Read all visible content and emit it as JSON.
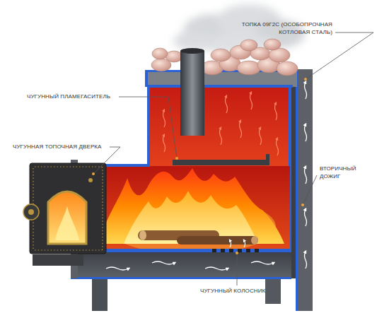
{
  "diagram": {
    "labels": [
      "ТОПКА 09Г2С (ОСОБОПРОЧНАЯ КОТЛОВАЯ СТАЛЬ)",
      "ЧУГУННЫЙ ПЛАМЕГАСИТЕЛЬ",
      "ЧУГУННАЯ ТОПОЧНАЯ ДВЕРКА",
      "ВТОРИЧНЫЙ ДОЖИГ",
      "ЧУГУННЫЙ КОЛОСНИК"
    ]
  }
}
